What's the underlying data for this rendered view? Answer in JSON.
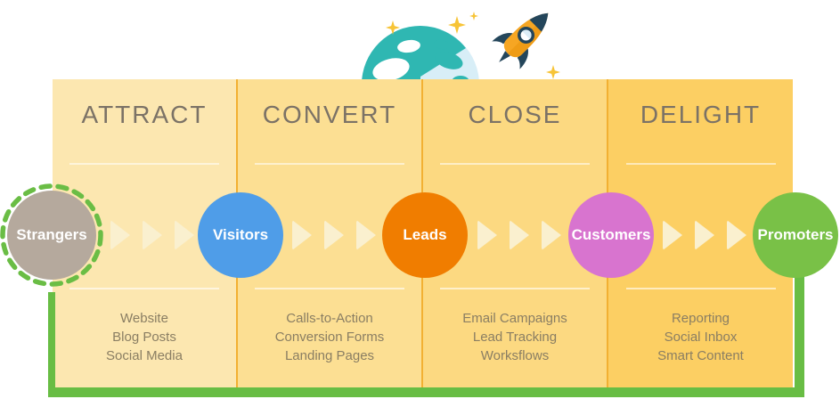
{
  "stages": [
    {
      "title": "ATTRACT",
      "bg": "#fce7b0",
      "items": [
        "Website",
        "Blog Posts",
        "Social Media"
      ]
    },
    {
      "title": "CONVERT",
      "bg": "#fcdf93",
      "items": [
        "Calls-to-Action",
        "Conversion Forms",
        "Landing Pages"
      ]
    },
    {
      "title": "CLOSE",
      "bg": "#fcd981",
      "items": [
        "Email Campaigns",
        "Lead Tracking",
        "Worksflows"
      ]
    },
    {
      "title": "DELIGHT",
      "bg": "#fccf63",
      "items": [
        "Reporting",
        "Social Inbox",
        "Smart Content"
      ]
    }
  ],
  "personas": [
    {
      "label": "Strangers",
      "color": "#b5a99d",
      "ring_color": "#6abd45"
    },
    {
      "label": "Visitors",
      "color": "#4f9de8"
    },
    {
      "label": "Leads",
      "color": "#f07d00"
    },
    {
      "label": "Customers",
      "color": "#d874cf"
    },
    {
      "label": "Promoters",
      "color": "#79c147"
    }
  ],
  "colors": {
    "background": "#ffffff",
    "column_divider": "#f2b032",
    "header_text": "#7b7266",
    "list_text": "#8a7e63",
    "arrow_cream": "#faf0cf",
    "frame_green": "#68bd44",
    "underline_white": "rgba(255,255,255,0.55)",
    "globe_teal": "#2fb7b2",
    "globe_light_blue": "#d8eef7",
    "rocket_body_orange": "#f6a623",
    "rocket_dark_navy": "#24465b",
    "star_yellow": "#f7c437"
  },
  "icons": [
    "globe-icon",
    "rocket-icon",
    "sparkle-star-icon",
    "flow-arrow",
    "dashed-ring"
  ]
}
